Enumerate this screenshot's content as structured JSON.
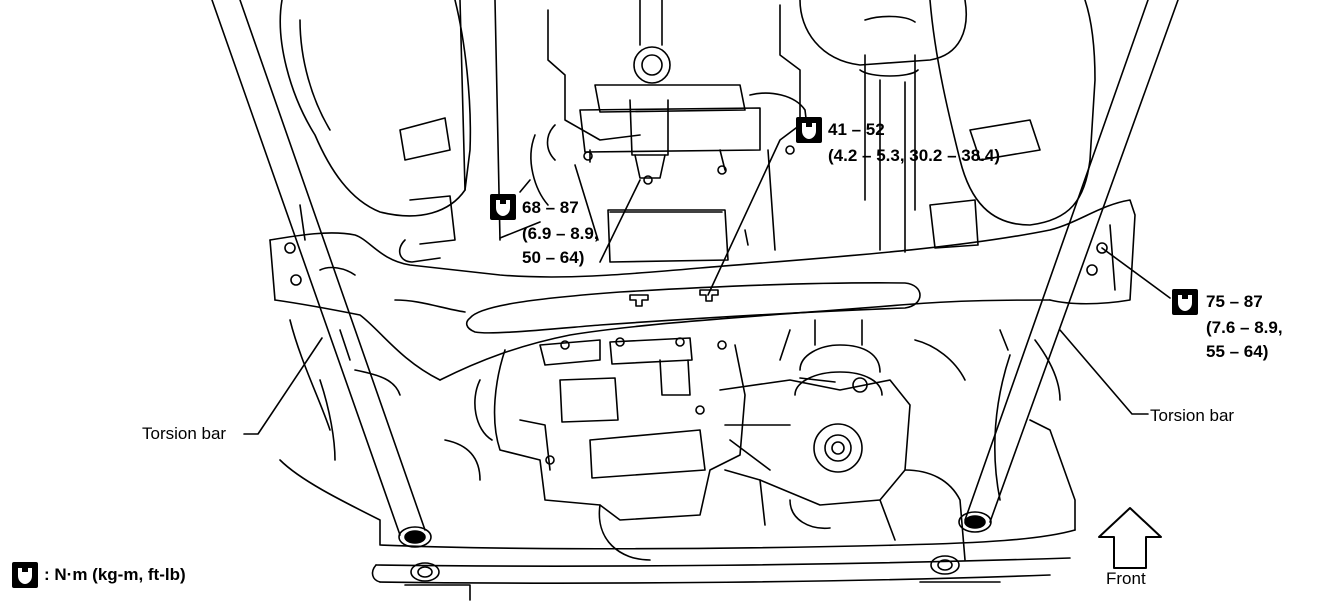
{
  "labels": {
    "torque_41_52": {
      "line1": "41 – 52",
      "line2": "(4.2 – 5.3, 30.2 – 38.4)"
    },
    "torque_68_87": {
      "line1": "68 – 87",
      "line2": "(6.9 – 8.9,",
      "line3": "50 – 64)"
    },
    "torque_75_87": {
      "line1": "75 – 87",
      "line2": "(7.6 – 8.9,",
      "line3": "55 – 64)"
    },
    "torsion_bar_left": "Torsion bar",
    "torsion_bar_right": "Torsion bar",
    "front": "Front"
  },
  "legend": {
    "text": ": N·m (kg-m, ft-lb)",
    "icon": "torque-wrench-icon"
  },
  "colors": {
    "line": "#000000",
    "background": "#ffffff"
  }
}
